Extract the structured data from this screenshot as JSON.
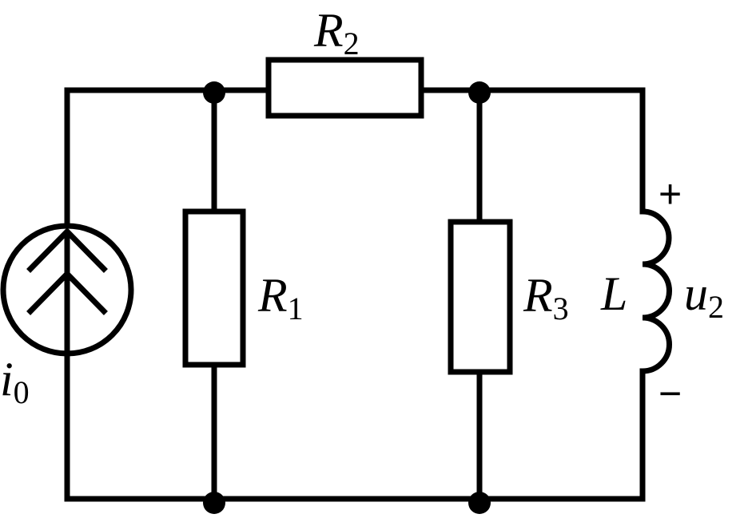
{
  "components": {
    "current_source": {
      "symbol": "i",
      "subscript": "0"
    },
    "r1": {
      "symbol": "R",
      "subscript": "1"
    },
    "r2": {
      "symbol": "R",
      "subscript": "2"
    },
    "r3": {
      "symbol": "R",
      "subscript": "3"
    },
    "inductor": {
      "symbol": "L"
    },
    "voltage": {
      "symbol": "u",
      "subscript": "2",
      "plus": "+",
      "minus": "−"
    }
  }
}
